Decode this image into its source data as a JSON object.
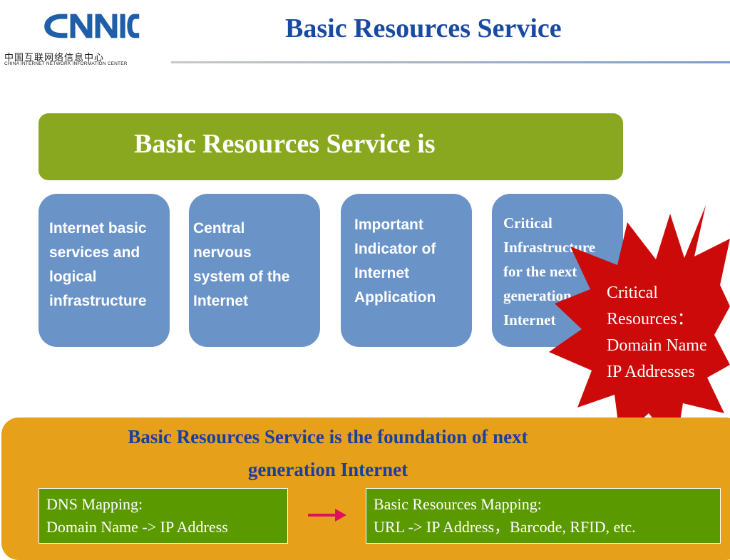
{
  "header": {
    "logo_text": "CNNIC",
    "logo_cn": "中国互联网络信息中心",
    "logo_en": "CHINA INTERNET NETWORK INFORMATION CENTER",
    "title": "Basic Resources Service"
  },
  "banner": {
    "text": "Basic Resources Service is"
  },
  "cards": [
    {
      "lines": [
        "Internet basic",
        "services and",
        "logical",
        "infrastructure"
      ]
    },
    {
      "lines": [
        "Central",
        "nervous",
        "system of the",
        "Internet"
      ]
    },
    {
      "lines": [
        "Important",
        "Indicator of",
        "Internet",
        "Application"
      ]
    },
    {
      "lines": [
        "Critical",
        "Infrastructure",
        "for the next",
        "generation",
        "Internet"
      ]
    }
  ],
  "burst": {
    "lines": [
      "Critical",
      "Resources：",
      "Domain Name",
      "IP Addresses"
    ]
  },
  "foundation": {
    "line1": "Basic Resources Service is the foundation of next",
    "line2": "generation Internet"
  },
  "mapping": {
    "dns_line1": "DNS Mapping:",
    "dns_line2": "Domain Name -> IP Address",
    "basic_line1": "Basic Resources Mapping:",
    "basic_line2": "URL -> IP Address，Barcode, RFID, etc."
  },
  "colors": {
    "title_blue": "#1a4aa0",
    "banner_green": "#8aa81f",
    "card_blue": "#6a93c8",
    "burst_red": "#cc0a0a",
    "orange": "#e6a01a",
    "box_green": "#5a9a00",
    "arrow_red": "#e0105a"
  }
}
